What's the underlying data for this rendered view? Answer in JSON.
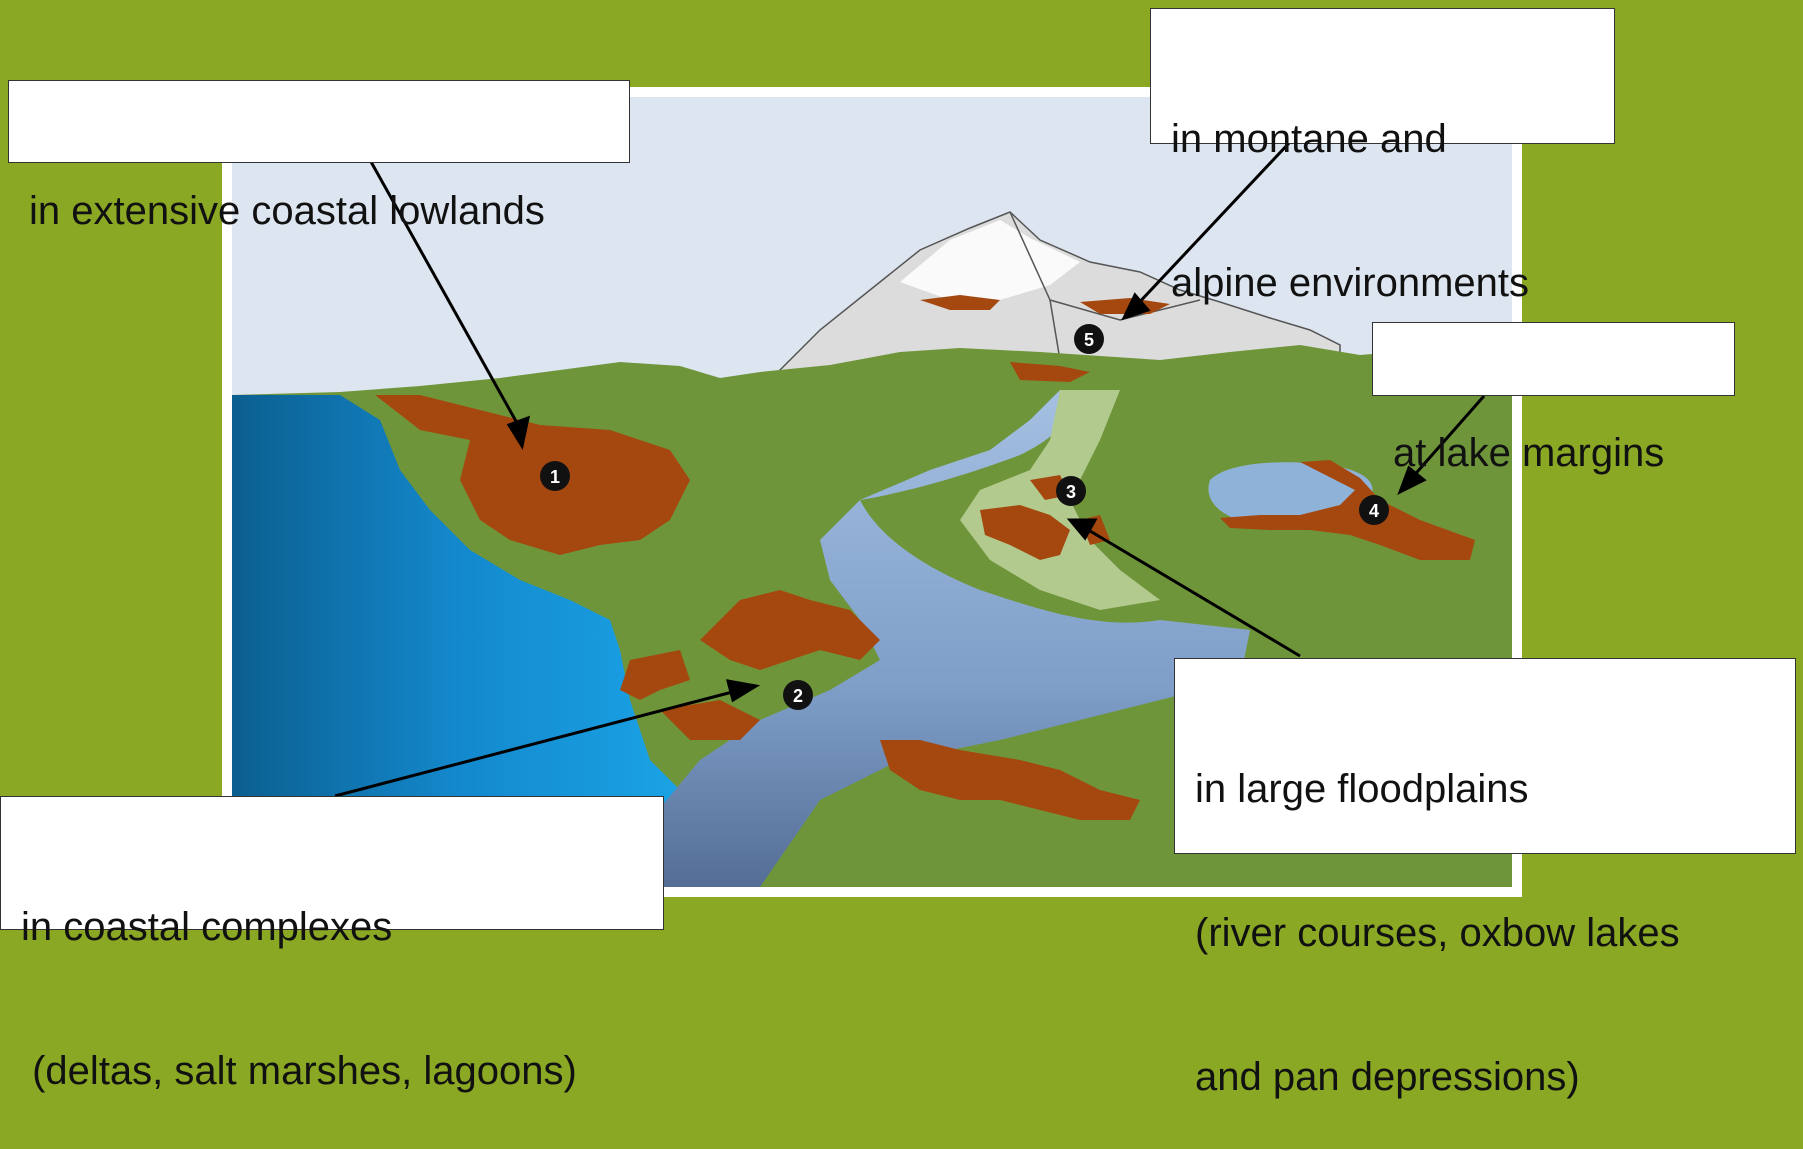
{
  "diagram": {
    "markers": [
      {
        "number": "1"
      },
      {
        "number": "2"
      },
      {
        "number": "3"
      },
      {
        "number": "4"
      },
      {
        "number": "5"
      }
    ],
    "callouts": {
      "coastal_lowlands": {
        "lines": [
          "in extensive coastal lowlands"
        ]
      },
      "montane": {
        "lines": [
          "in montane and",
          "alpine environments"
        ]
      },
      "lake_margins": {
        "lines": [
          "at lake margins"
        ]
      },
      "floodplains": {
        "lines": [
          "in large floodplains",
          "(river courses, oxbow lakes",
          "and pan depressions)"
        ]
      },
      "coastal_complexes": {
        "lines": [
          "in coastal complexes",
          " (deltas, salt marshes, lagoons)"
        ]
      }
    },
    "colors": {
      "background": "#8aa823",
      "sky": "#dde5f0",
      "sea": "#1488cc",
      "land": "#6f953a",
      "peat": "#a5480f",
      "water": "#8fb2d8",
      "snow": "#f2f2f2"
    }
  }
}
